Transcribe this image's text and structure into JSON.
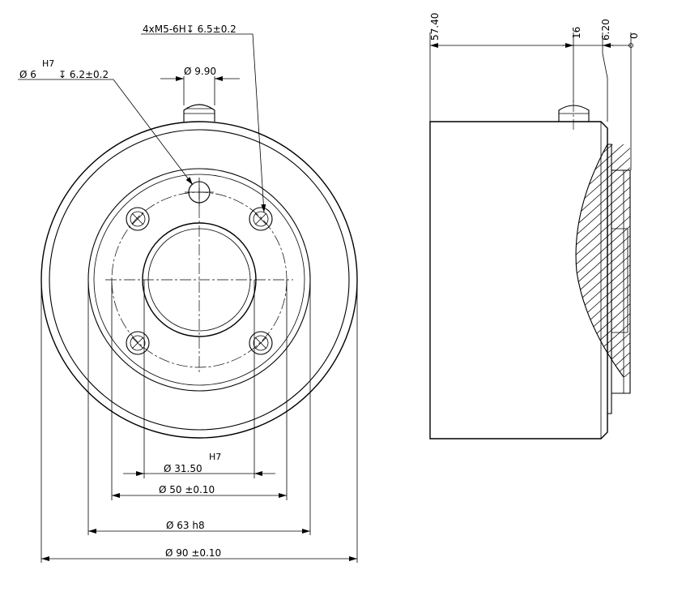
{
  "front_view": {
    "dim_hole_depth": "4xM5-6H↧ 6.5±0.2",
    "dim_pin_hole_prefix": "Ø 6",
    "dim_pin_hole_tolerance": "H7",
    "dim_pin_hole_depth": "↧ 6.2±0.2",
    "dim_pin_dia": "Ø 9.90",
    "dim_bore": "Ø 31.50",
    "dim_bore_tolerance": "H7",
    "dim_bolt_circle": "Ø 50 ±0.10",
    "dim_spigot": "Ø 63 h8",
    "dim_outer": "Ø 90 ±0.10"
  },
  "side_view": {
    "dim_length": "57.40",
    "dim_pin_pos": "16",
    "dim_flange": "6.20",
    "dim_origin": "0"
  }
}
